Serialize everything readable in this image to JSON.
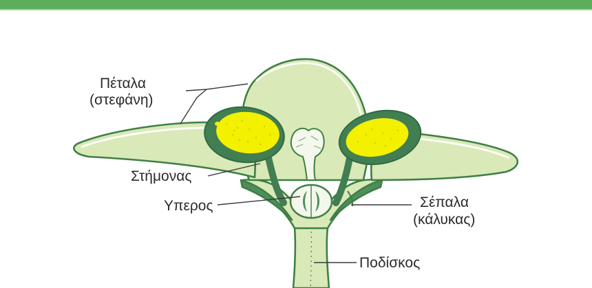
{
  "colors": {
    "top_rule": "#5cae5c",
    "petal_fill": "#d9e9b8",
    "dark_green": "#417e52",
    "pollen_yellow": "#f3f000",
    "pistil_fill": "#f4f7ec",
    "text": "#2b2b2b"
  },
  "labels": {
    "petals_line1": "Πέταλα",
    "petals_line2": "(στεφάνη)",
    "stamen": "Στήμονας",
    "pistil": "Υπερος",
    "sepals_line1": "Σέπαλα",
    "sepals_line2": "(κάλυκας)",
    "pedicel": "Ποδίσκος"
  }
}
